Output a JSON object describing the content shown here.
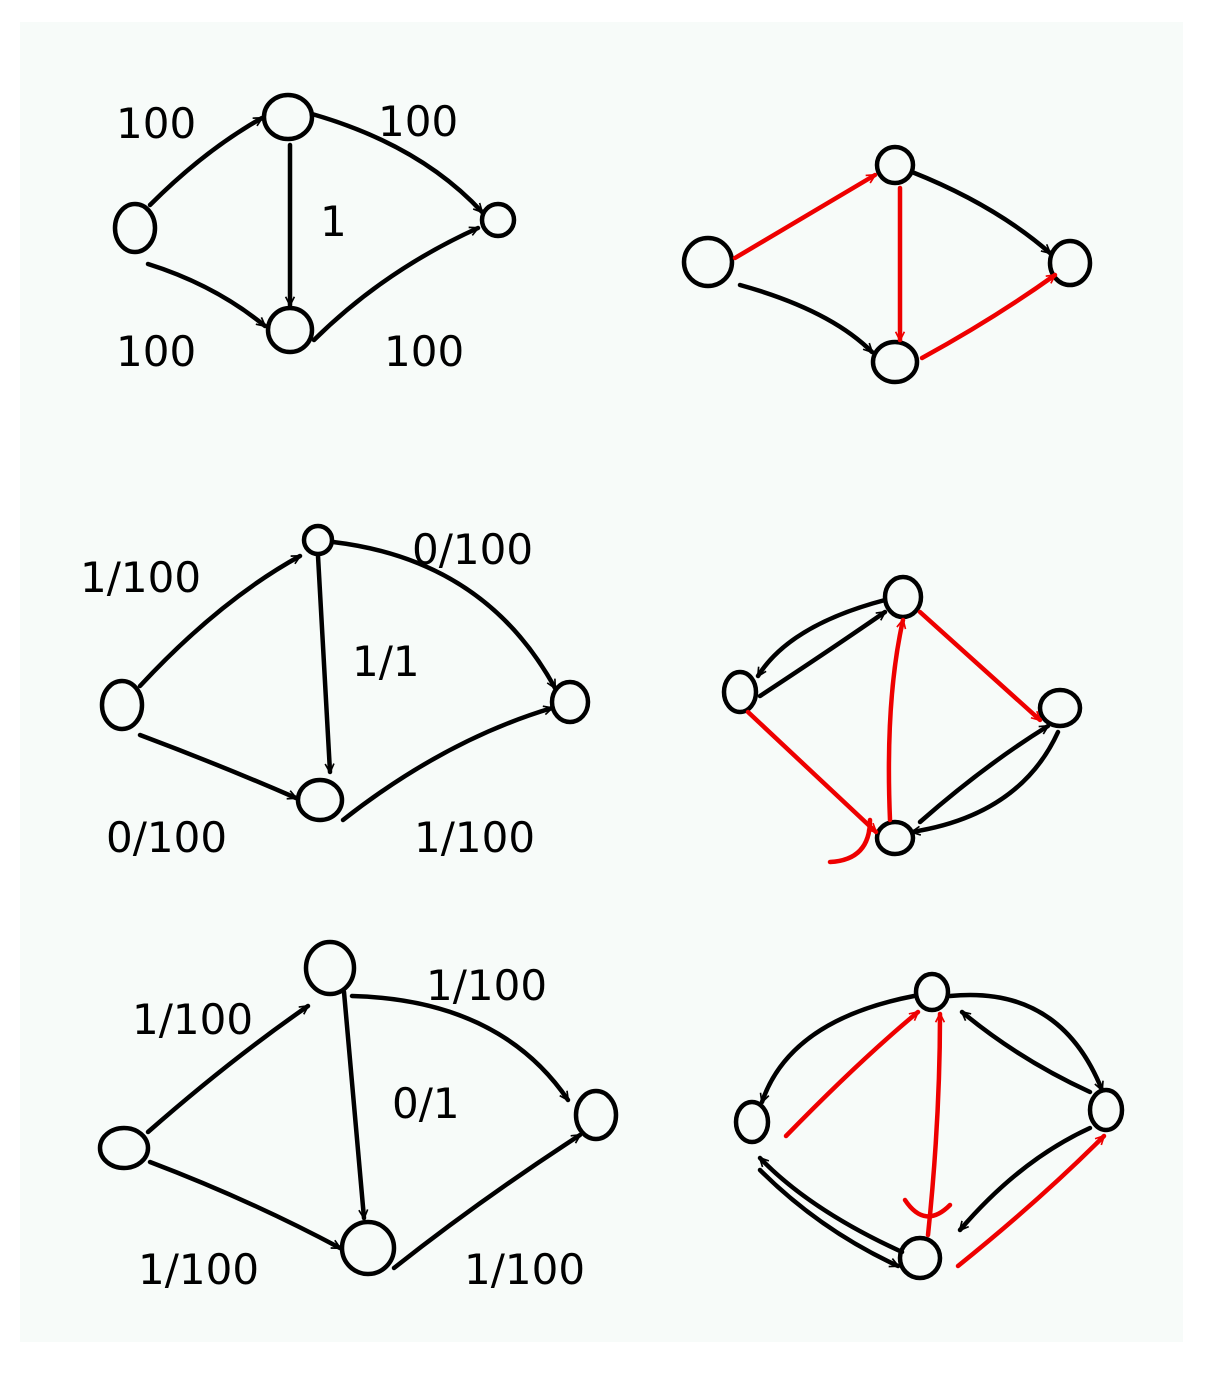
{
  "colors": {
    "background": "#f7fbf9",
    "ink": "#000000",
    "highlight": "#ee0000"
  },
  "diagrams": {
    "network_capacities": {
      "labels": {
        "s_a": "100",
        "a_t": "100",
        "a_b": "1",
        "s_b": "100",
        "b_t": "100"
      }
    },
    "network_flow_1": {
      "labels": {
        "s_a": "1/100",
        "a_t": "0/100",
        "a_b": "1/1",
        "s_b": "0/100",
        "b_t": "1/100"
      }
    },
    "network_flow_2": {
      "labels": {
        "s_a": "1/100",
        "a_t": "1/100",
        "a_b": "0/1",
        "s_b": "1/100",
        "b_t": "1/100"
      }
    }
  }
}
